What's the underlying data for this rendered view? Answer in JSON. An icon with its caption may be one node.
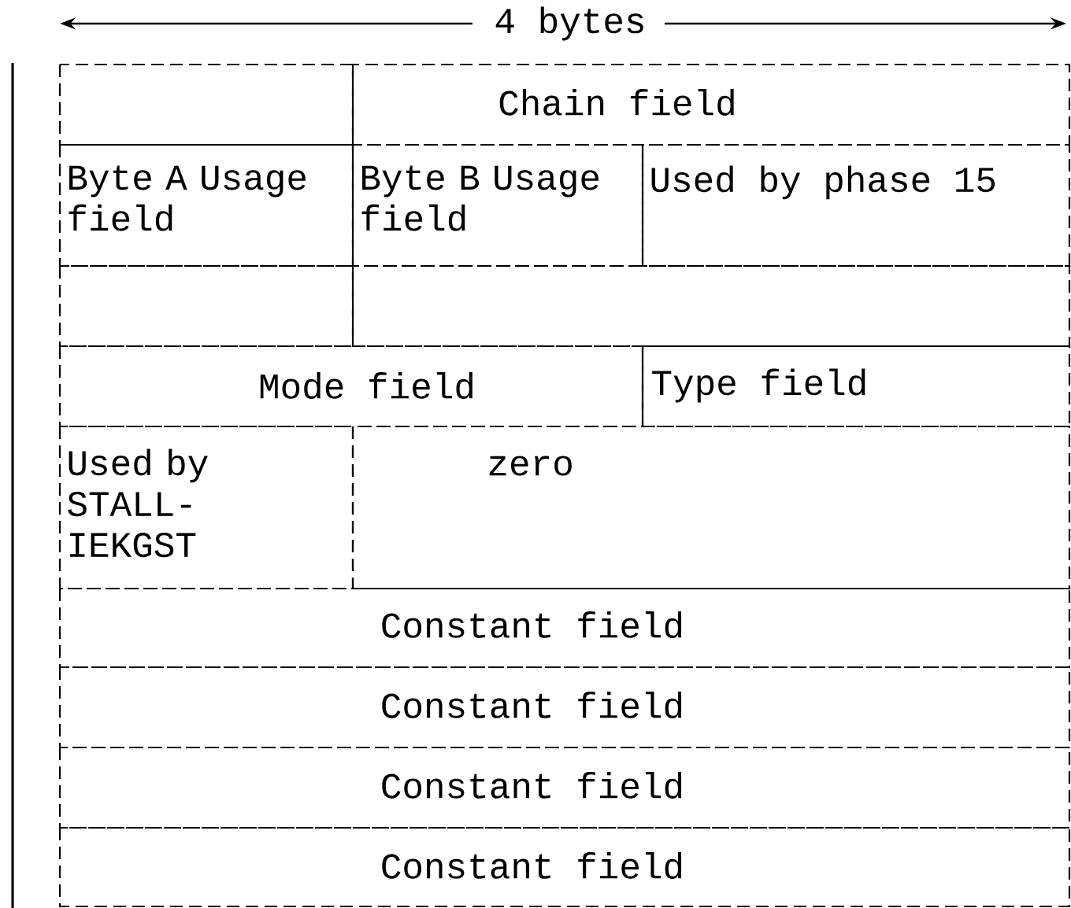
{
  "diagram": {
    "labels": [
      "4 bytes",
      "Chain field",
      "Byte A Usage field",
      "Byte B Usage field",
      "Used by phase 15",
      "Mode field",
      "Type field",
      "Used by STALL- IEKGST",
      "zero",
      "Constant field",
      "Constant field",
      "Constant field",
      "Constant field"
    ]
  }
}
